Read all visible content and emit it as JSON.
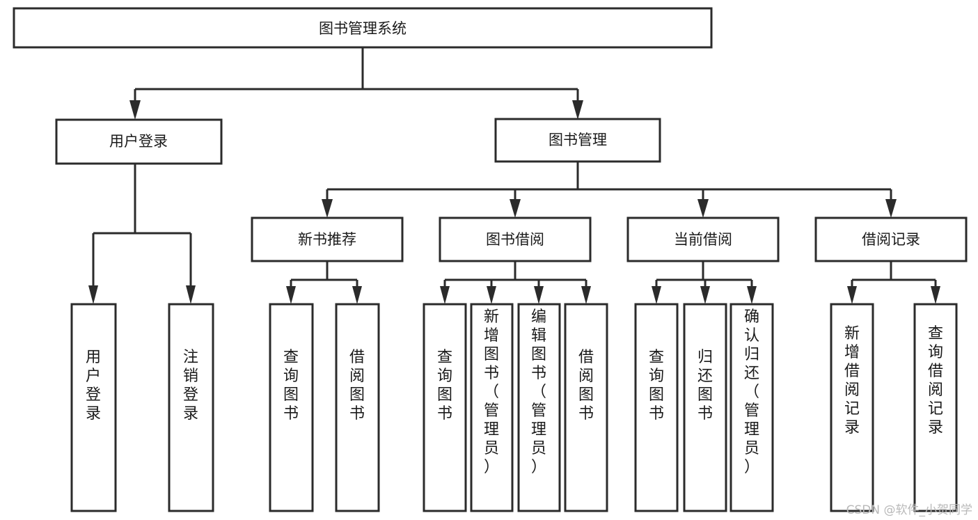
{
  "diagram": {
    "type": "tree-hierarchy",
    "title": "图书管理系统",
    "watermark": "CSDN @软件_小贺同学",
    "colors": {
      "stroke": "#2b2b2b",
      "fill": "#ffffff",
      "background": "#ffffff",
      "watermark": "#b9b9b9"
    },
    "root": {
      "label": "图书管理系统"
    },
    "level2": [
      {
        "label": "用户登录"
      },
      {
        "label": "图书管理"
      }
    ],
    "level3": [
      {
        "label": "新书推荐"
      },
      {
        "label": "图书借阅"
      },
      {
        "label": "当前借阅"
      },
      {
        "label": "借阅记录"
      }
    ],
    "leaves": [
      {
        "label": "用户登录",
        "parent": "用户登录"
      },
      {
        "label": "注销登录",
        "parent": "用户登录"
      },
      {
        "label": "查询图书",
        "parent": "新书推荐"
      },
      {
        "label": "借阅图书",
        "parent": "新书推荐"
      },
      {
        "label": "查询图书",
        "parent": "图书借阅"
      },
      {
        "label": "新增图书（管理员）",
        "parent": "图书借阅"
      },
      {
        "label": "编辑图书（管理员）",
        "parent": "图书借阅"
      },
      {
        "label": "借阅图书",
        "parent": "图书借阅"
      },
      {
        "label": "查询图书",
        "parent": "当前借阅"
      },
      {
        "label": "归还图书",
        "parent": "当前借阅"
      },
      {
        "label": "确认归还（管理员）",
        "parent": "当前借阅"
      },
      {
        "label": "新增借阅记录",
        "parent": "借阅记录"
      },
      {
        "label": "查询借阅记录",
        "parent": "借阅记录"
      }
    ]
  }
}
